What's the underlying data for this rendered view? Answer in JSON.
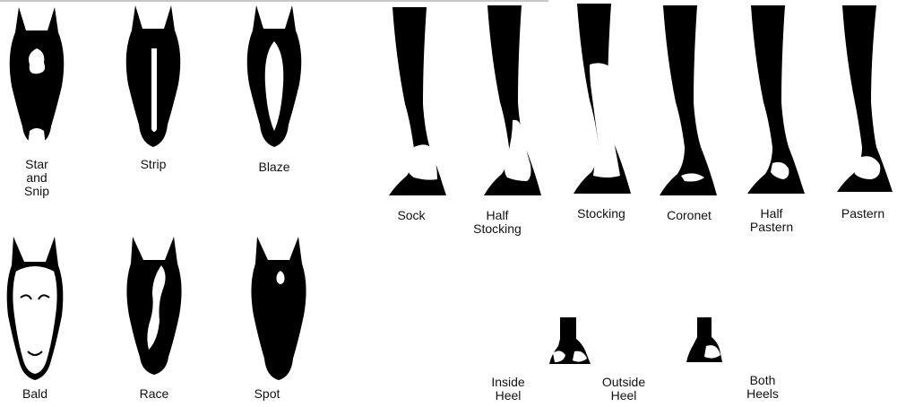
{
  "face_markings": [
    {
      "id": "star-and-snip",
      "label": "Star\nand\nSnip"
    },
    {
      "id": "strip",
      "label": "Strip"
    },
    {
      "id": "blaze",
      "label": "Blaze"
    },
    {
      "id": "bald",
      "label": "Bald"
    },
    {
      "id": "race",
      "label": "Race"
    },
    {
      "id": "spot",
      "label": "Spot"
    }
  ],
  "leg_markings": [
    {
      "id": "sock",
      "label": "Sock"
    },
    {
      "id": "half-stocking",
      "label": "Half\nStocking"
    },
    {
      "id": "stocking",
      "label": "Stocking"
    },
    {
      "id": "coronet",
      "label": "Coronet"
    },
    {
      "id": "half-pastern",
      "label": "Half\nPastern"
    },
    {
      "id": "pastern",
      "label": "Pastern"
    }
  ],
  "heel_markings": [
    {
      "id": "inside-heel",
      "label": "Inside\nHeel"
    },
    {
      "id": "outside-heel",
      "label": "Outside\nHeel"
    },
    {
      "id": "both-heels",
      "label": "Both\nHeels"
    }
  ]
}
